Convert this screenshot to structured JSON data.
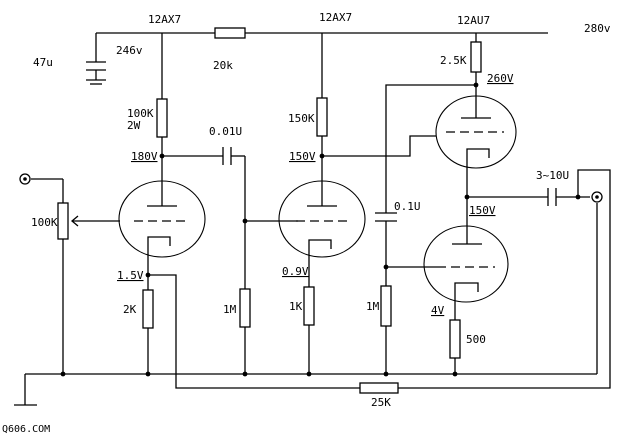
{
  "tubes": {
    "v1": "12AX7",
    "v2": "12AX7",
    "v3": "12AU7"
  },
  "supply": {
    "b_plus": "280v",
    "filter_node": "246v",
    "filter_cap": "47u",
    "drop_resistor": "20k"
  },
  "stage1": {
    "plate_resistor": "100K",
    "plate_resistor_power": "2W",
    "plate_voltage": "180V",
    "cathode_voltage": "1.5V",
    "cathode_resistor": "2K",
    "coupling_cap": "0.01U",
    "volume_pot": "100K"
  },
  "stage2": {
    "plate_resistor": "150K",
    "plate_voltage": "150V",
    "cathode_voltage": "0.9V",
    "cathode_resistor": "1K",
    "grid_resistor": "1M"
  },
  "stage3": {
    "upper_plate_resistor": "2.5K",
    "upper_plate_voltage": "260V",
    "coupling_cap": "0.1U",
    "grid_resistor": "1M",
    "mid_voltage": "150V",
    "cathode_voltage": "4V",
    "cathode_resistor": "500",
    "output_cap": "3~10U"
  },
  "feedback_resistor": "25K",
  "watermark": "Q606.COM"
}
